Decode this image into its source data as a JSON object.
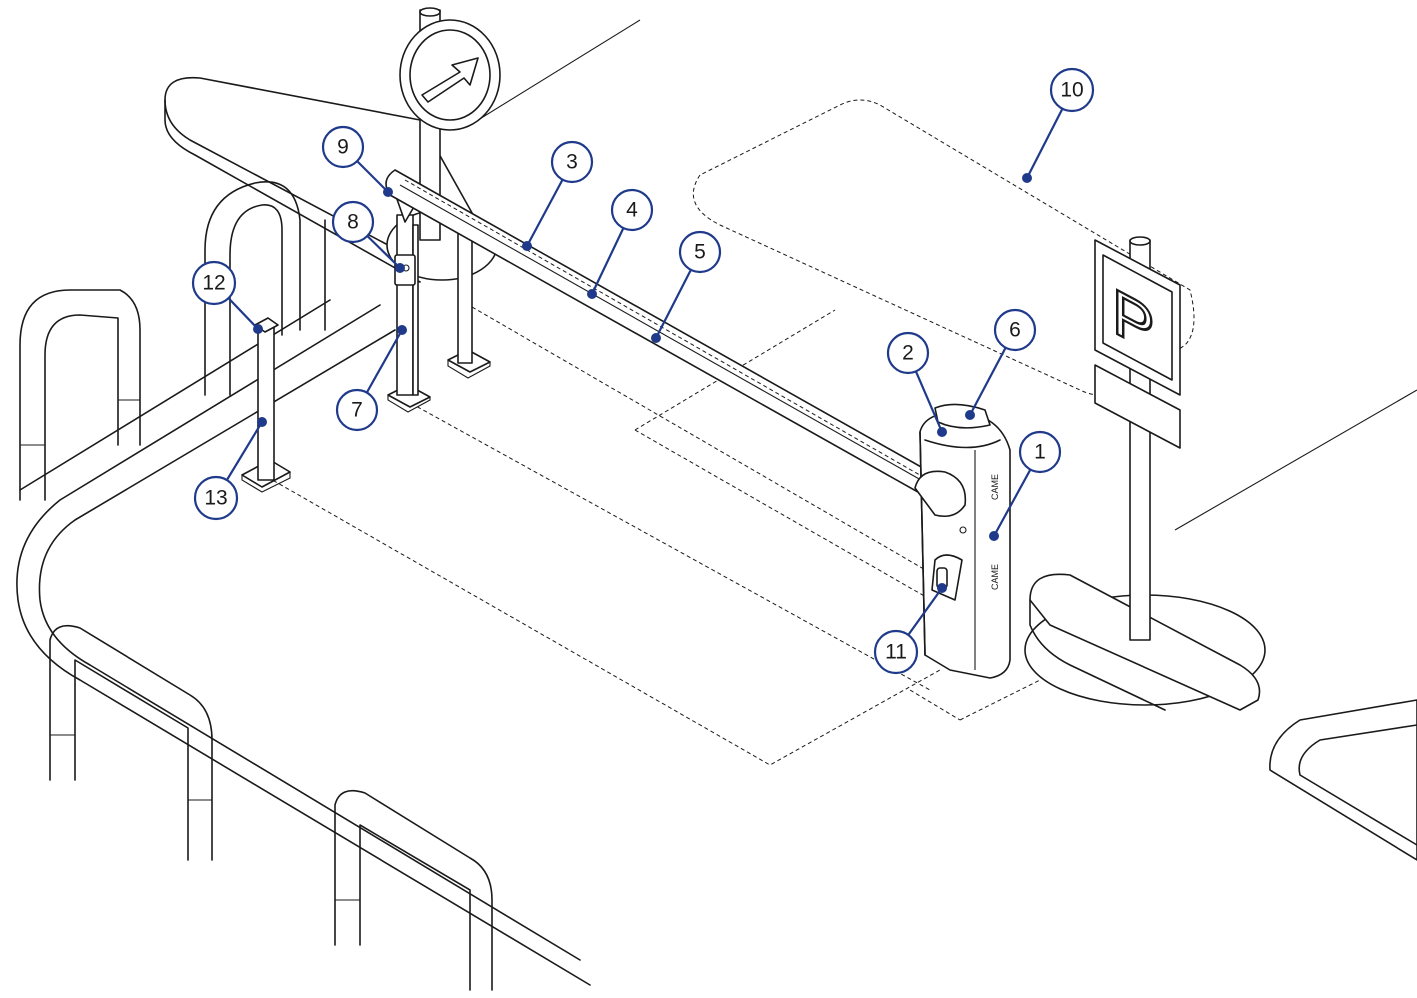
{
  "diagram": {
    "callouts": [
      {
        "id": "1",
        "label": "1"
      },
      {
        "id": "2",
        "label": "2"
      },
      {
        "id": "3",
        "label": "3"
      },
      {
        "id": "4",
        "label": "4"
      },
      {
        "id": "5",
        "label": "5"
      },
      {
        "id": "6",
        "label": "6"
      },
      {
        "id": "7",
        "label": "7"
      },
      {
        "id": "8",
        "label": "8"
      },
      {
        "id": "9",
        "label": "9"
      },
      {
        "id": "10",
        "label": "10"
      },
      {
        "id": "11",
        "label": "11"
      },
      {
        "id": "12",
        "label": "12"
      },
      {
        "id": "13",
        "label": "13"
      }
    ],
    "brand_upper": "CAME",
    "brand_lower": "CAME",
    "parking_sign_letter": "P",
    "accent_color": "#1f3a8a",
    "line_color": "#1a1a1a",
    "direction_sign_icon": "arrow-right-icon"
  }
}
